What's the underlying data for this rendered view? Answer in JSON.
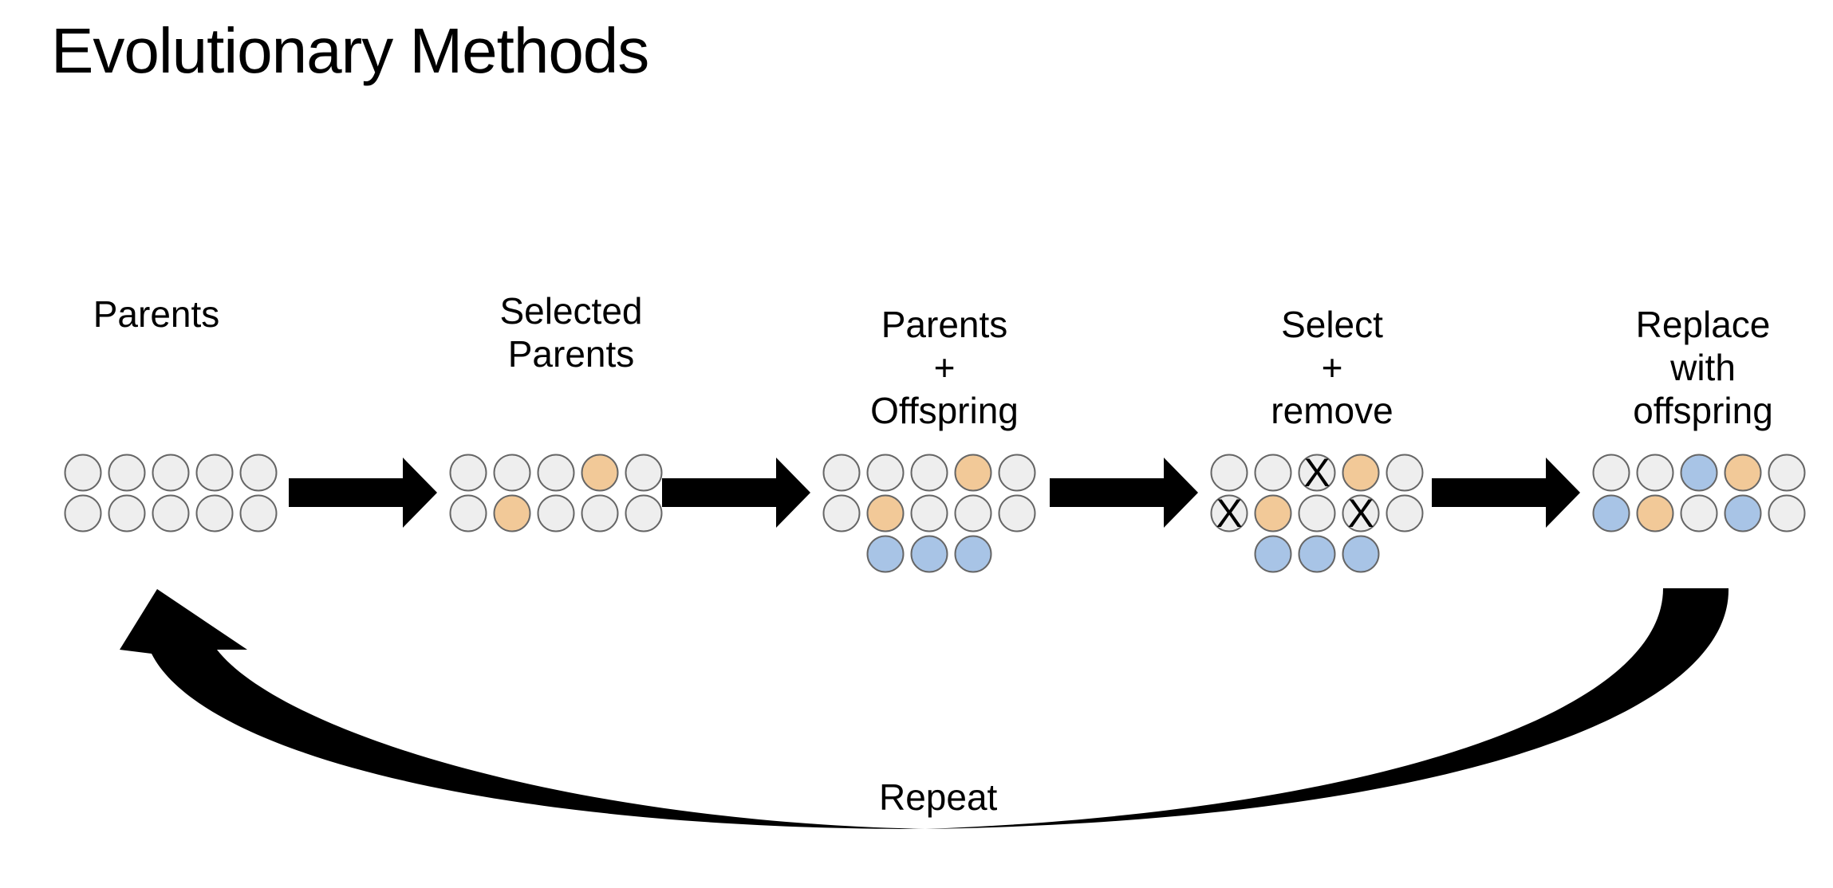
{
  "title": "Evolutionary Methods",
  "colors": {
    "neutral": "#eeeeee",
    "selected": "#f2c998",
    "offspring": "#a8c4e6",
    "outline": "#666666",
    "arrow": "#000000"
  },
  "stages": [
    {
      "label": "Parents",
      "rows": [
        [
          "n",
          "n",
          "n",
          "n",
          "n"
        ],
        [
          "n",
          "n",
          "n",
          "n",
          "n"
        ]
      ]
    },
    {
      "label": "Selected\nParents",
      "rows": [
        [
          "n",
          "n",
          "n",
          "s",
          "n"
        ],
        [
          "n",
          "s",
          "n",
          "n",
          "n"
        ]
      ]
    },
    {
      "label": "Parents\n+\nOffspring",
      "rows": [
        [
          "n",
          "n",
          "n",
          "s",
          "n"
        ],
        [
          "n",
          "s",
          "n",
          "n",
          "n"
        ],
        [
          "o",
          "o",
          "o"
        ]
      ]
    },
    {
      "label": "Select\n+\nremove",
      "rows": [
        [
          "n",
          "n",
          "nx",
          "s",
          "n"
        ],
        [
          "nx",
          "s",
          "n",
          "nx",
          "n"
        ],
        [
          "o",
          "o",
          "o"
        ]
      ]
    },
    {
      "label": "Replace\nwith\noffspring",
      "rows": [
        [
          "n",
          "n",
          "o",
          "s",
          "n"
        ],
        [
          "o",
          "s",
          "n",
          "o",
          "n"
        ]
      ]
    }
  ],
  "loop_label": "Repeat",
  "remove_mark": "X"
}
